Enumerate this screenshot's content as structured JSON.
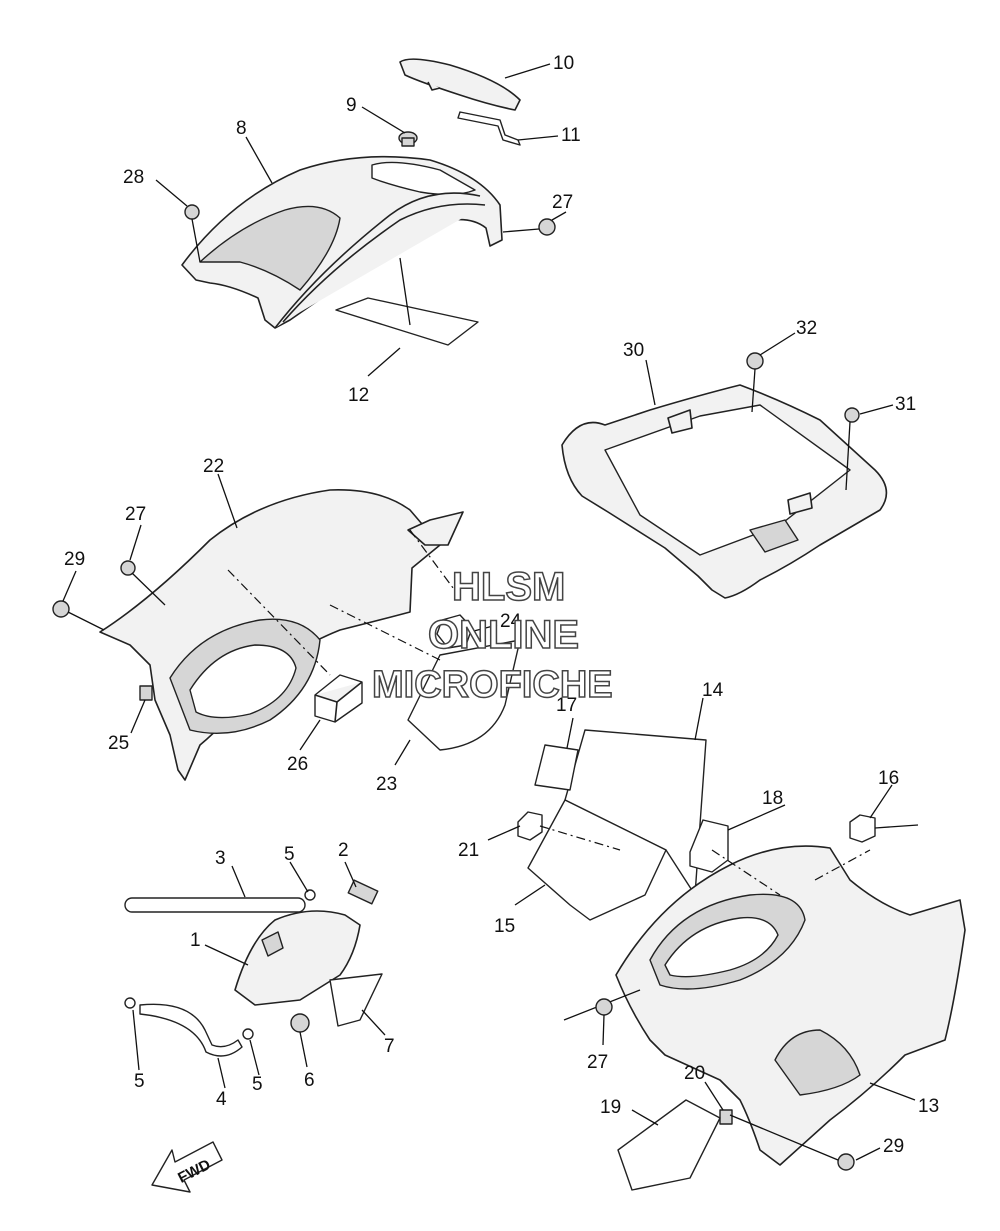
{
  "callouts": {
    "c1": "1",
    "c2": "2",
    "c3": "3",
    "c4": "4",
    "c5a": "5",
    "c5b": "5",
    "c5c": "5",
    "c6": "6",
    "c7": "7",
    "c8": "8",
    "c9": "9",
    "c10": "10",
    "c11": "11",
    "c12": "12",
    "c13": "13",
    "c14": "14",
    "c15": "15",
    "c16": "16",
    "c17": "17",
    "c18": "18",
    "c19": "19",
    "c20": "20",
    "c21": "21",
    "c22": "22",
    "c23": "23",
    "c24": "24",
    "c25": "25",
    "c26": "26",
    "c27a": "27",
    "c27b": "27",
    "c27c": "27",
    "c28": "28",
    "c29a": "29",
    "c29b": "29",
    "c30": "30",
    "c31": "31",
    "c32": "32"
  },
  "watermark": {
    "line1": "HLSM",
    "line2": "ONLINE",
    "line3": "MICROFICHE"
  },
  "direction_arrow": {
    "label": "FWD",
    "icon": "forward-arrow-icon"
  }
}
